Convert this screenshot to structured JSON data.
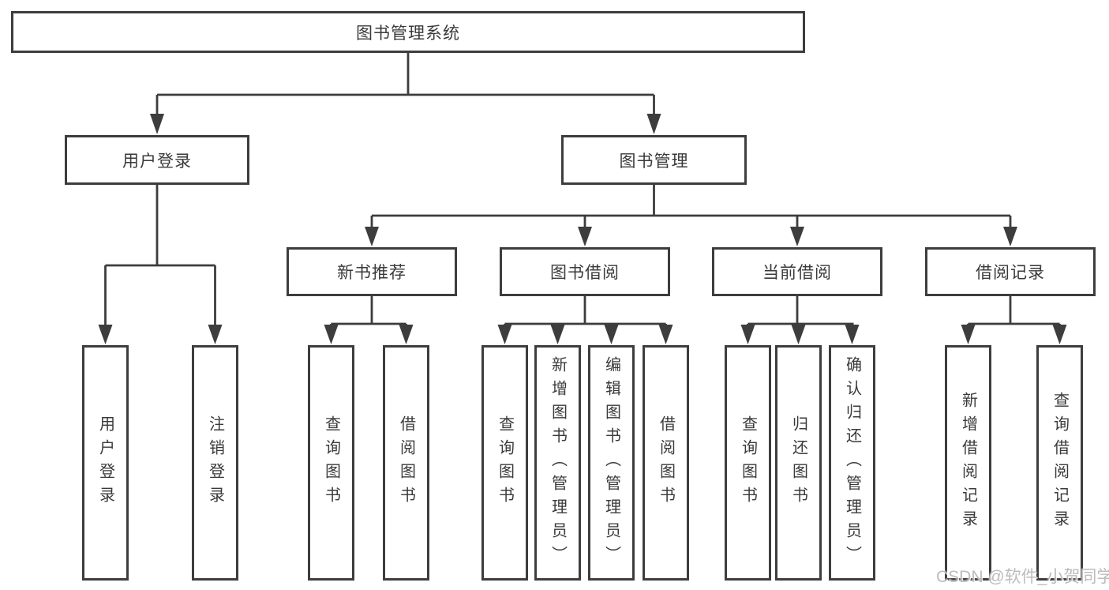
{
  "diagram": {
    "root": {
      "label": "图书管理系统",
      "children": [
        {
          "label": "用户登录",
          "children": [
            {
              "label": "用户登录"
            },
            {
              "label": "注销登录"
            }
          ]
        },
        {
          "label": "图书管理",
          "children": [
            {
              "label": "新书推荐",
              "children": [
                {
                  "label": "查询图书"
                },
                {
                  "label": "借阅图书"
                }
              ]
            },
            {
              "label": "图书借阅",
              "children": [
                {
                  "label": "查询图书"
                },
                {
                  "label": "新增图书（管理员）"
                },
                {
                  "label": "编辑图书（管理员）"
                },
                {
                  "label": "借阅图书"
                }
              ]
            },
            {
              "label": "当前借阅",
              "children": [
                {
                  "label": "查询图书"
                },
                {
                  "label": "归还图书"
                },
                {
                  "label": "确认归还（管理员）"
                }
              ]
            },
            {
              "label": "借阅记录",
              "children": [
                {
                  "label": "新增借阅记录"
                },
                {
                  "label": "查询借阅记录"
                }
              ]
            }
          ]
        }
      ]
    },
    "colors": {
      "line": "#3d3d3d",
      "text": "#3a3a3a",
      "background": "#ffffff",
      "watermark": "#b9b9b9"
    },
    "watermark": "CSDN @软件_小贺同学"
  }
}
